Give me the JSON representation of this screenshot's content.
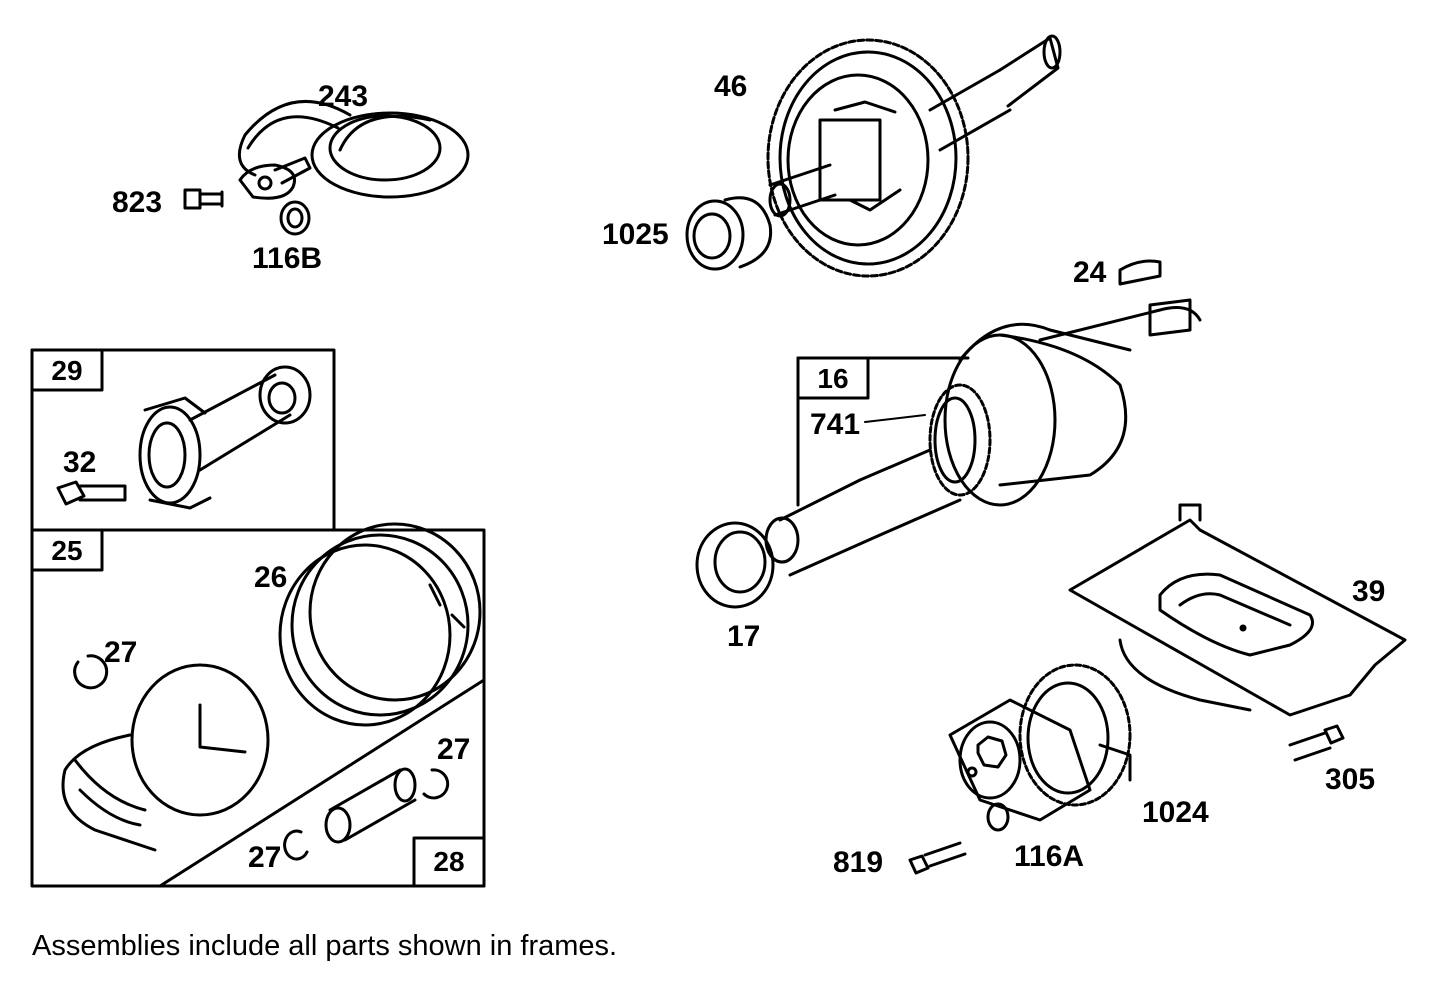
{
  "labels": {
    "p243": "243",
    "p823": "823",
    "p116B": "116B",
    "p46": "46",
    "p1025": "1025",
    "p24": "24",
    "p29": "29",
    "p32": "32",
    "p16": "16",
    "p741": "741",
    "p25": "25",
    "p26": "26",
    "p27a": "27",
    "p27b": "27",
    "p27c": "27",
    "p28": "28",
    "p17": "17",
    "p39": "39",
    "p305": "305",
    "p1024": "1024",
    "p819": "819",
    "p116A": "116A"
  },
  "caption": "Assemblies include all parts shown in frames."
}
